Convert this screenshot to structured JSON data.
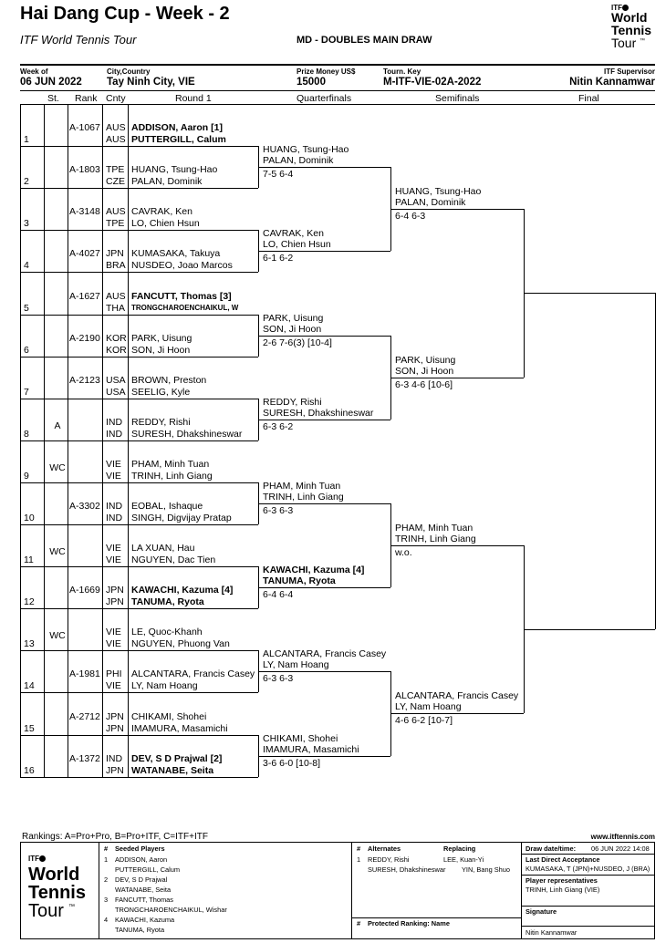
{
  "header": {
    "title": "Hai Dang Cup - Week - 2",
    "subtitle": "ITF World Tennis Tour",
    "draw_name": "MD - DOUBLES MAIN DRAW",
    "logo": {
      "itf": "ITF",
      "line1": "World",
      "line2": "Tennis",
      "line3": "Tour",
      "tm": "™"
    }
  },
  "info": {
    "week_label": "Week of",
    "week_value": "06 JUN 2022",
    "city_label": "City,Country",
    "city_value": "Tay Ninh City, VIE",
    "prize_label": "Prize Money US$",
    "prize_value": "15000",
    "key_label": "Tourn. Key",
    "key_value": "M-ITF-VIE-02A-2022",
    "sup_label": "ITF Supervisor",
    "sup_value": "Nitin Kannamwar"
  },
  "columns": {
    "st": "St.",
    "rank": "Rank",
    "cnty": "Cnty",
    "r1": "Round 1",
    "qf": "Quarterfinals",
    "sf": "Semifinals",
    "final": "Final"
  },
  "entries": [
    {
      "no": "1",
      "st": "",
      "rank": "A-1067",
      "c1": "AUS",
      "c2": "AUS",
      "p1": "ADDISON, Aaron [1]",
      "p2": "PUTTERGILL, Calum",
      "bold": true,
      "condensed2": false
    },
    {
      "no": "2",
      "st": "",
      "rank": "A-1803",
      "c1": "TPE",
      "c2": "CZE",
      "p1": "HUANG, Tsung-Hao",
      "p2": "PALAN, Dominik",
      "bold": false
    },
    {
      "no": "3",
      "st": "",
      "rank": "A-3148",
      "c1": "AUS",
      "c2": "TPE",
      "p1": "CAVRAK, Ken",
      "p2": "LO, Chien Hsun",
      "bold": false
    },
    {
      "no": "4",
      "st": "",
      "rank": "A-4027",
      "c1": "JPN",
      "c2": "BRA",
      "p1": "KUMASAKA, Takuya",
      "p2": "NUSDEO, Joao Marcos",
      "bold": false
    },
    {
      "no": "5",
      "st": "",
      "rank": "A-1627",
      "c1": "AUS",
      "c2": "THA",
      "p1": "FANCUTT, Thomas [3]",
      "p2": "TRONGCHAROENCHAIKUL, W",
      "bold": true,
      "condensed2": true
    },
    {
      "no": "6",
      "st": "",
      "rank": "A-2190",
      "c1": "KOR",
      "c2": "KOR",
      "p1": "PARK, Uisung",
      "p2": "SON, Ji Hoon",
      "bold": false
    },
    {
      "no": "7",
      "st": "",
      "rank": "A-2123",
      "c1": "USA",
      "c2": "USA",
      "p1": "BROWN, Preston",
      "p2": "SEELIG, Kyle",
      "bold": false
    },
    {
      "no": "8",
      "st": "A",
      "rank": "",
      "c1": "IND",
      "c2": "IND",
      "p1": "REDDY, Rishi",
      "p2": "SURESH, Dhakshineswar",
      "bold": false
    },
    {
      "no": "9",
      "st": "WC",
      "rank": "",
      "c1": "VIE",
      "c2": "VIE",
      "p1": "PHAM, Minh Tuan",
      "p2": "TRINH, Linh Giang",
      "bold": false
    },
    {
      "no": "10",
      "st": "",
      "rank": "A-3302",
      "c1": "IND",
      "c2": "IND",
      "p1": "EOBAL, Ishaque",
      "p2": "SINGH, Digvijay Pratap",
      "bold": false
    },
    {
      "no": "11",
      "st": "WC",
      "rank": "",
      "c1": "VIE",
      "c2": "VIE",
      "p1": "LA XUAN, Hau",
      "p2": "NGUYEN, Dac Tien",
      "bold": false
    },
    {
      "no": "12",
      "st": "",
      "rank": "A-1669",
      "c1": "JPN",
      "c2": "JPN",
      "p1": "KAWACHI, Kazuma [4]",
      "p2": "TANUMA, Ryota",
      "bold": true
    },
    {
      "no": "13",
      "st": "WC",
      "rank": "",
      "c1": "VIE",
      "c2": "VIE",
      "p1": "LE, Quoc-Khanh",
      "p2": "NGUYEN, Phuong Van",
      "bold": false
    },
    {
      "no": "14",
      "st": "",
      "rank": "A-1981",
      "c1": "PHI",
      "c2": "VIE",
      "p1": "ALCANTARA, Francis Casey",
      "p2": "LY, Nam Hoang",
      "bold": false
    },
    {
      "no": "15",
      "st": "",
      "rank": "A-2712",
      "c1": "JPN",
      "c2": "JPN",
      "p1": "CHIKAMI, Shohei",
      "p2": "IMAMURA, Masamichi",
      "bold": false
    },
    {
      "no": "16",
      "st": "",
      "rank": "A-1372",
      "c1": "IND",
      "c2": "JPN",
      "p1": "DEV, S D Prajwal [2]",
      "p2": "WATANABE, Seita",
      "bold": true
    }
  ],
  "qf": [
    {
      "p1": "HUANG, Tsung-Hao",
      "p2": "PALAN, Dominik",
      "score": "7-5 6-4",
      "bold": false
    },
    {
      "p1": "CAVRAK, Ken",
      "p2": "LO, Chien Hsun",
      "score": "6-1 6-2",
      "bold": false
    },
    {
      "p1": "PARK, Uisung",
      "p2": "SON, Ji Hoon",
      "score": "2-6 7-6(3) [10-4]",
      "bold": false
    },
    {
      "p1": "REDDY, Rishi",
      "p2": "SURESH, Dhakshineswar",
      "score": "6-3 6-2",
      "bold": false
    },
    {
      "p1": "PHAM, Minh Tuan",
      "p2": "TRINH, Linh Giang",
      "score": "6-3 6-3",
      "bold": false
    },
    {
      "p1": "KAWACHI, Kazuma [4]",
      "p2": "TANUMA, Ryota",
      "score": "6-4 6-4",
      "bold": true
    },
    {
      "p1": "ALCANTARA, Francis Casey",
      "p2": "LY, Nam Hoang",
      "score": "6-3 6-3",
      "bold": false
    },
    {
      "p1": "CHIKAMI, Shohei",
      "p2": "IMAMURA, Masamichi",
      "score": "3-6 6-0 [10-8]",
      "bold": false
    }
  ],
  "sf": [
    {
      "p1": "HUANG, Tsung-Hao",
      "p2": "PALAN, Dominik",
      "score": "6-4 6-3"
    },
    {
      "p1": "PARK, Uisung",
      "p2": "SON, Ji Hoon",
      "score": "6-3 4-6 [10-6]"
    },
    {
      "p1": "PHAM, Minh Tuan",
      "p2": "TRINH, Linh Giang",
      "score": "w.o."
    },
    {
      "p1": "ALCANTARA, Francis Casey",
      "p2": "LY, Nam Hoang",
      "score": "4-6 6-2 [10-7]"
    }
  ],
  "footer": {
    "rankings_note": "Rankings: A=Pro+Pro, B=Pro+ITF, C=ITF+ITF",
    "website": "www.itftennis.com",
    "seeded_hash": "#",
    "seeded_title": "Seeded Players",
    "seeded": [
      {
        "n": "1",
        "a": "ADDISON, Aaron",
        "b": "PUTTERGILL, Calum"
      },
      {
        "n": "2",
        "a": "DEV, S D Prajwal",
        "b": "WATANABE, Seita"
      },
      {
        "n": "3",
        "a": "FANCUTT, Thomas",
        "b": "TRONGCHAROENCHAIKUL, Wishar"
      },
      {
        "n": "4",
        "a": "KAWACHI, Kazuma",
        "b": "TANUMA, Ryota"
      }
    ],
    "alt_hash": "#",
    "alt_title": "Alternates",
    "replacing_title": "Replacing",
    "alternates": [
      {
        "n": "1",
        "a": "REDDY, Rishi",
        "b": "SURESH, Dhakshineswar",
        "ra": "LEE, Kuan-Yi",
        "rb": "YIN, Bang Shuo"
      }
    ],
    "prot_hash": "#",
    "prot_title": "Protected Ranking: Name",
    "draw_dt_label": "Draw date/time:",
    "draw_dt_value": "06 JUN 2022 14:08",
    "lda_label": "Last Direct Acceptance",
    "lda_value": "KUMASAKA, T (JPN)+NUSDEO, J (BRA)",
    "rep_label": "Player representatives",
    "rep_value": "TRINH, Linh Giang (VIE)",
    "sig_label": "Signature",
    "sig_value": "Nitin Kannamwar"
  }
}
